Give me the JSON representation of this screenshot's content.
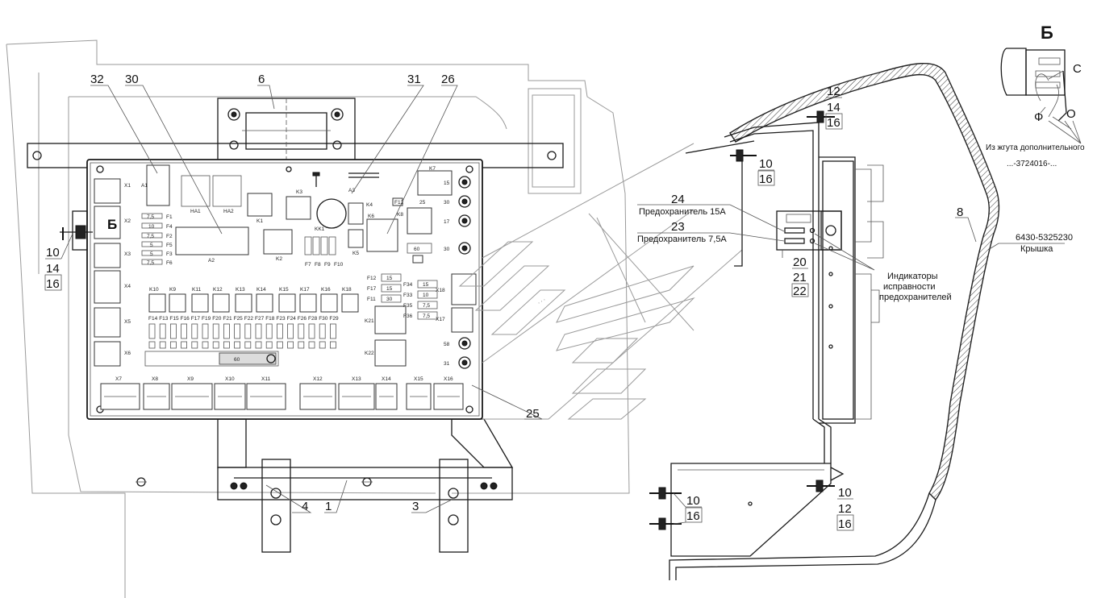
{
  "view_label": "Б",
  "side_marker": "Б",
  "callouts": {
    "c1": "1",
    "c3": "3",
    "c4": "4",
    "c6": "6",
    "c8": "8",
    "c25": "25",
    "c26": "26",
    "c30": "30",
    "c31": "31",
    "c32": "32",
    "stack_left_b": [
      "10",
      "14",
      "16"
    ],
    "stack_top_a": [
      "12",
      "14",
      "16"
    ],
    "stack_top_b": [
      "10",
      "16"
    ],
    "stack_low_a": [
      "10",
      "16"
    ],
    "stack_low_b": [
      "10",
      "12",
      "16"
    ],
    "stack_fuse": [
      "20",
      "21",
      "22"
    ],
    "c24": "24",
    "c23": "23"
  },
  "annotations": {
    "fuse15": "Предохранитель 15А",
    "fuse75": "Предохранитель 7,5А",
    "indicators": [
      "Индикаторы",
      "исправности",
      "предохранителей"
    ],
    "part_number": "6430-5325230",
    "part_name": "Крышка",
    "harness_line1": "Из жгута дополнительного",
    "harness_line2": "...-3724016-...",
    "letter_C": "С",
    "letter_F": "Ф",
    "letter_O": "О"
  },
  "board": {
    "left_connectors": [
      "X1",
      "X2",
      "X3",
      "X4",
      "X5",
      "X6"
    ],
    "bottom_connectors": [
      "X7",
      "X8",
      "X9",
      "X10",
      "X11",
      "X12",
      "X13",
      "X14",
      "X15",
      "X16"
    ],
    "relays_row": [
      "K10",
      "K9",
      "K11",
      "K12",
      "K13",
      "K14",
      "K15",
      "K17",
      "K16",
      "K18"
    ],
    "fuses_row": [
      "F14",
      "F13",
      "F15",
      "F16",
      "F17",
      "F19",
      "F20",
      "F21",
      "F25",
      "F22",
      "F27",
      "F18",
      "F23",
      "F24",
      "F26",
      "F28",
      "F30",
      "F29"
    ],
    "fuses_left": [
      "F1",
      "F4",
      "F2",
      "F5",
      "F3",
      "F6"
    ],
    "fuses_left_ratings": [
      "7,5",
      "10",
      "7,5",
      "5",
      "5",
      "7,5"
    ],
    "fuses_mid": [
      "F7",
      "F8",
      "F9",
      "F10"
    ],
    "right_ratings": [
      "15",
      "30",
      "17",
      "30",
      "58",
      "31"
    ],
    "mid_right_fuses": [
      "F12",
      "F17",
      "F11",
      "F34",
      "F33",
      "F35",
      "F36"
    ],
    "mid_right_ratings": [
      "15",
      "15",
      "30",
      "15",
      "10",
      "7,5",
      "7,5"
    ],
    "labels": {
      "a1": "A1",
      "a2": "A2",
      "a3": "A3",
      "ha1": "HA1",
      "ha2": "HA2",
      "k1": "K1",
      "k2": "K2",
      "k3": "K3",
      "k4": "K4",
      "k5": "K5",
      "k6": "K6",
      "k7": "K7",
      "k8": "K8",
      "kk1": "KK1",
      "k21": "K21",
      "k22": "K22",
      "x17": "X17",
      "x18": "X18",
      "f12": "F12",
      "r25": "25",
      "r60a": "60",
      "r60b": "60"
    }
  }
}
